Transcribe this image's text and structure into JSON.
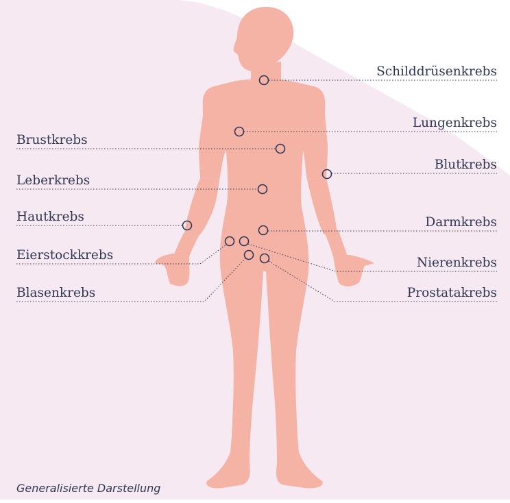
{
  "colors": {
    "background_tint": "#f6e9f2",
    "body_fill": "#f5b3a5",
    "marker_stroke": "#2f3654",
    "leader_line": "#2f3654"
  },
  "labels": {
    "schilddruesenkrebs": "Schilddrüsenkrebs",
    "lungenkrebs": "Lungenkrebs",
    "brustkrebs": "Brustkrebs",
    "blutkrebs": "Blutkrebs",
    "leberkrebs": "Leberkrebs",
    "hautkrebs": "Hautkrebs",
    "darmkrebs": "Darmkrebs",
    "eierstockkrebs": "Eierstockkrebs",
    "nierenkrebs": "Nierenkrebs",
    "blasenkrebs": "Blasenkrebs",
    "prostatakrebs": "Prostatakrebs"
  },
  "caption": "Generalisierte Darstellung"
}
